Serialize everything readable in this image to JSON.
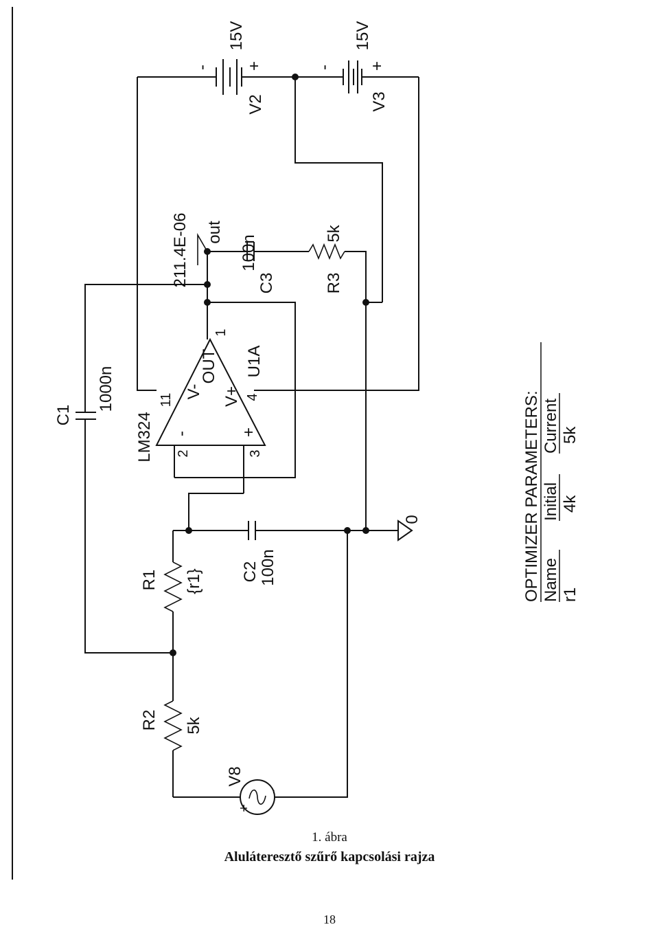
{
  "components": {
    "c1": {
      "name": "C1",
      "value": "1000n"
    },
    "c2": {
      "name": "C2",
      "value": "100n"
    },
    "c3": {
      "name": "C3",
      "value": "100n"
    },
    "r1": {
      "name": "R1",
      "value": "{r1}"
    },
    "r2": {
      "name": "R2",
      "value": "5k"
    },
    "r3": {
      "name": "R3",
      "value": "5k"
    },
    "v2": {
      "name": "V2",
      "value": "15V",
      "minus": "-",
      "plus": "+"
    },
    "v3": {
      "name": "V3",
      "value": "15V",
      "minus": "-",
      "plus": "+"
    },
    "v8": {
      "name": "V8",
      "plus": "+",
      "minus": "-"
    },
    "u1": {
      "part": "LM324",
      "name": "U1A",
      "out_label": "OUT",
      "vminus_label": "V-",
      "vplus_label": "V+",
      "pin_out": "1",
      "pin_inv": "2",
      "pin_noninv": "3",
      "pin_vplus": "4",
      "pin_vminus": "11",
      "inv_sign": "-",
      "noninv_sign": "+"
    },
    "probe": {
      "value": "211.4E-06",
      "label": "out"
    },
    "ground": {
      "label": "0"
    }
  },
  "optimizer": {
    "title": "OPTIMIZER PARAMETERS:",
    "headers": [
      "Name",
      "Initial",
      "Current"
    ],
    "row": [
      "r1",
      "4k",
      "5k"
    ]
  },
  "caption": {
    "figure_number": "1. ábra",
    "title": "Aluláteresztő szűrő kapcsolási rajza"
  },
  "page_number": "18"
}
